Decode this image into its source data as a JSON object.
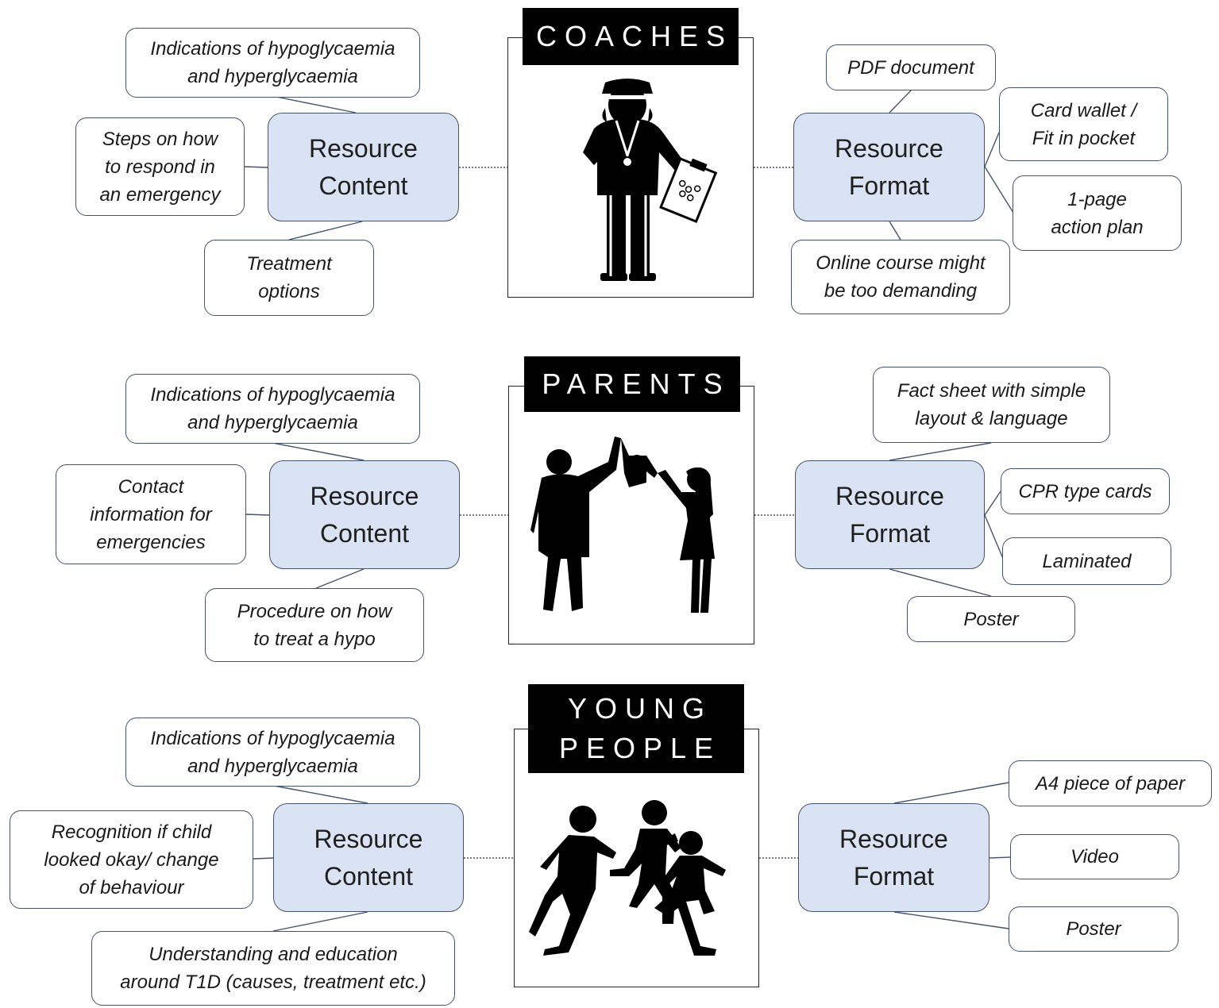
{
  "colors": {
    "hub_fill": "#dae3f3",
    "box_border": "#44546a",
    "banner_bg": "#000000",
    "banner_text": "#ffffff",
    "silhouette": "#000000"
  },
  "sections": [
    {
      "banner": "COACHES",
      "icon": "coach-silhouette-icon",
      "content_hub": "Resource\nContent",
      "content_items": [
        "Indications of hypoglycaemia\nand hyperglycaemia",
        "Steps on how\nto respond in\nan emergency",
        "Treatment\noptions"
      ],
      "format_hub": "Resource\nFormat",
      "format_items": [
        "PDF document",
        "Card wallet /\nFit in pocket",
        "1-page\naction plan",
        "Online course might\nbe too demanding"
      ]
    },
    {
      "banner": "PARENTS",
      "icon": "family-silhouette-icon",
      "content_hub": "Resource\nContent",
      "content_items": [
        "Indications of hypoglycaemia\nand hyperglycaemia",
        "Contact\ninformation for\nemergencies",
        "Procedure on how\nto treat a hypo"
      ],
      "format_hub": "Resource\nFormat",
      "format_items": [
        "Fact sheet with simple\nlayout & language",
        "CPR type cards",
        "Laminated",
        "Poster"
      ]
    },
    {
      "banner": "YOUNG\nPEOPLE",
      "icon": "running-children-silhouette-icon",
      "content_hub": "Resource\nContent",
      "content_items": [
        "Indications of hypoglycaemia\nand hyperglycaemia",
        "Recognition if child\nlooked okay/ change\nof behaviour",
        "Understanding and education\naround T1D (causes, treatment etc.)"
      ],
      "format_hub": "Resource\nFormat",
      "format_items": [
        "A4 piece of paper",
        "Video",
        "Poster"
      ]
    }
  ]
}
